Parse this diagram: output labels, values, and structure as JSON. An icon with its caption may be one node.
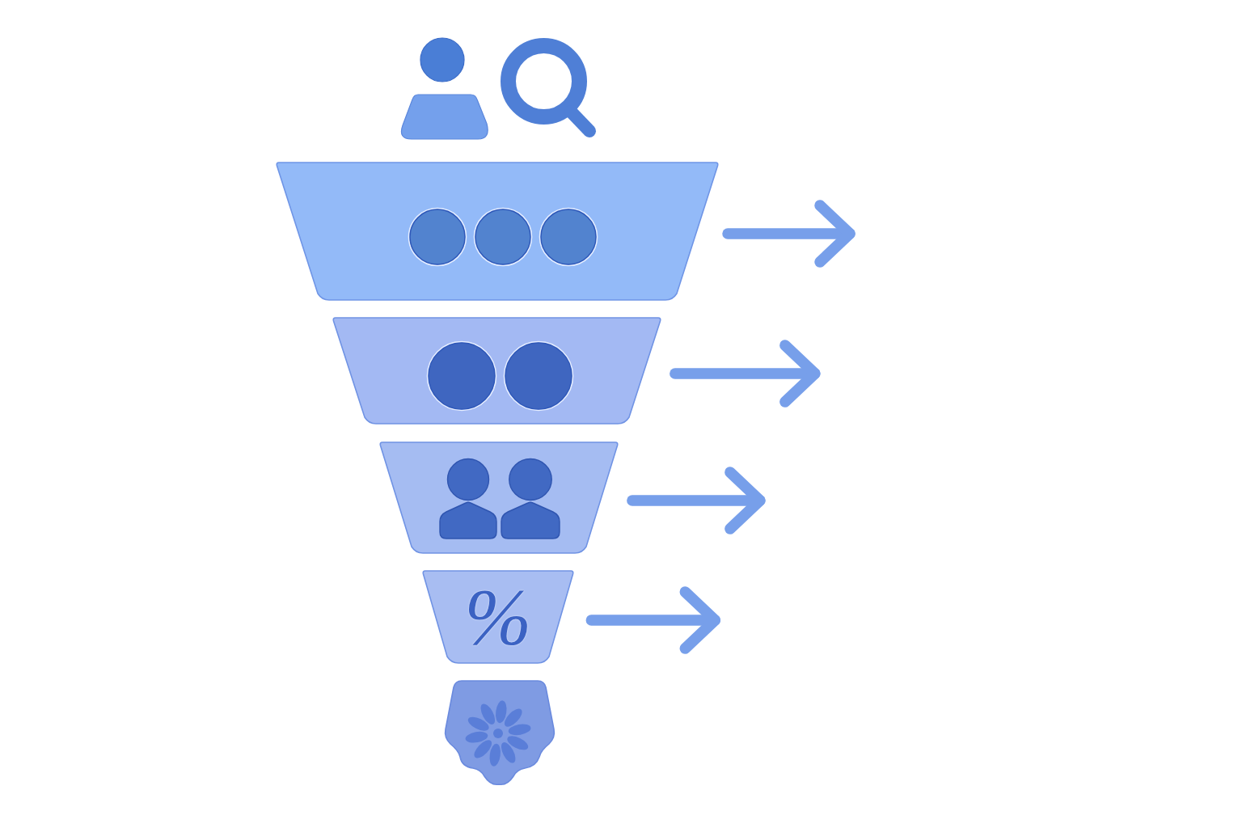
{
  "diagram": {
    "nodes": [
      {
        "text": [],
        "shape": "trapezoid"
      },
      {
        "text": [],
        "shape": "trapezoid"
      },
      {
        "text": [],
        "shape": "trapezoid"
      },
      {
        "text": [
          "%"
        ]
      },
      {
        "text": [],
        "shape": "badge"
      }
    ],
    "edges": [
      {
        "from": 0,
        "to": null,
        "arrow": "to"
      },
      {
        "from": 1,
        "to": null,
        "arrow": "to"
      },
      {
        "from": 2,
        "to": null,
        "arrow": "to"
      },
      {
        "from": 3,
        "to": null,
        "arrow": "to"
      }
    ]
  }
}
